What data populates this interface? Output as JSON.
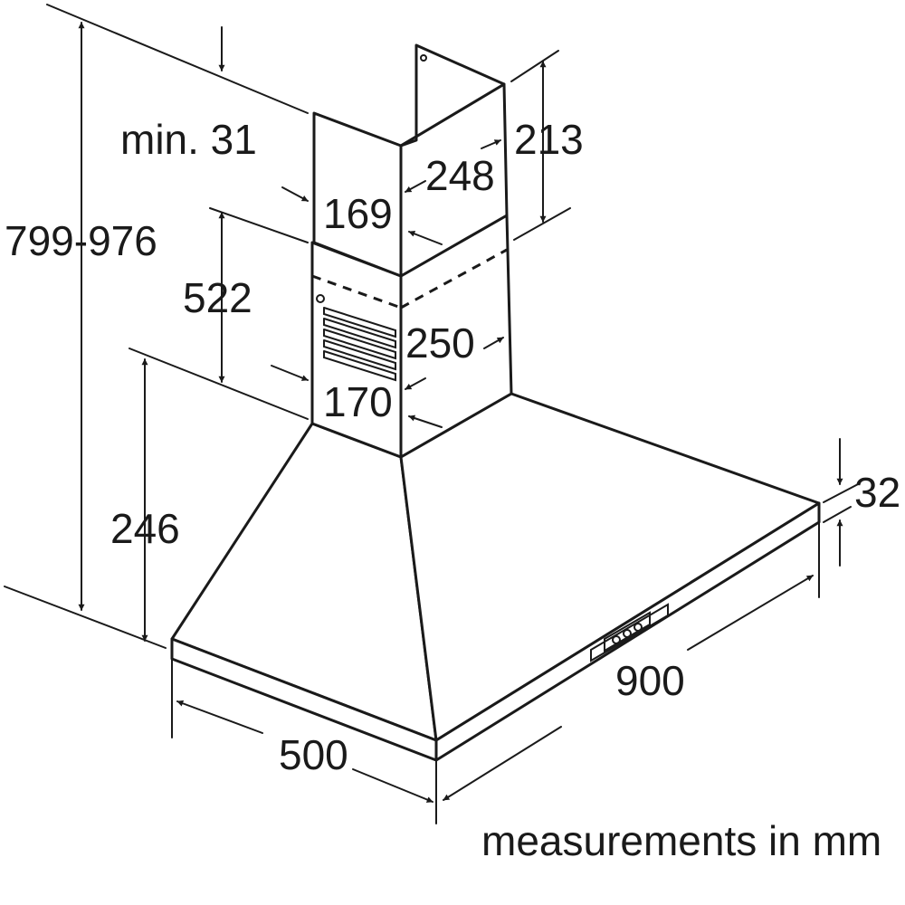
{
  "dimensions": {
    "chimney_min_gap": "min. 31",
    "total_height_range": "799-976",
    "upper_chimney_height": "213",
    "upper_chimney_width": "248",
    "upper_chimney_depth": "169",
    "lower_chimney_height": "522",
    "lower_chimney_width": "250",
    "lower_chimney_depth": "170",
    "canopy_height": "246",
    "canopy_edge_thickness": "32",
    "canopy_width": "900",
    "canopy_depth": "500"
  },
  "footer": {
    "units_note": "measurements in mm"
  },
  "colors": {
    "line": "#1a1a1a",
    "background": "#ffffff"
  }
}
